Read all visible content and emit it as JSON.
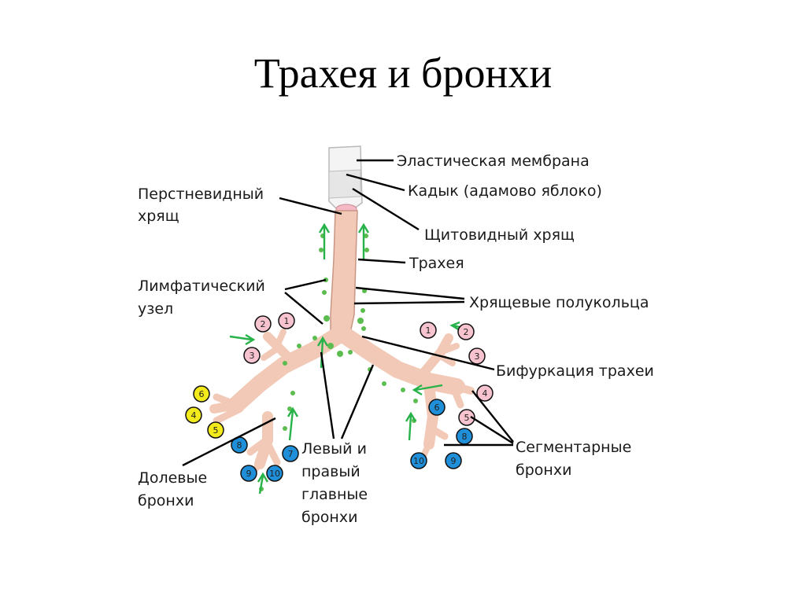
{
  "slide": {
    "title": "Трахея и бронхи"
  },
  "labels": {
    "elastic_membrane": "Эластическая мембрана",
    "adams_apple": "Кадык (адамово яблоко)",
    "cricoid_line1": "Перстневидный",
    "cricoid_line2": "хрящ",
    "thyroid": "Щитовидный хрящ",
    "trachea": "Трахея",
    "lymph_line1": "Лимфатический",
    "lymph_line2": "узел",
    "half_rings": "Хрящевые полукольца",
    "bifurcation": "Бифуркация трахеи",
    "segmental_line1": "Сегментарные",
    "segmental_line2": "бронхи",
    "lobar_line1": "Долевые",
    "lobar_line2": "бронхи",
    "main_line1": "Левый и",
    "main_line2": "правый",
    "main_line3": "главные",
    "main_line4": "бронхи"
  },
  "segments": {
    "left_pink": [
      "2",
      "1",
      "3"
    ],
    "right_pink": [
      "1",
      "2",
      "3",
      "4",
      "5"
    ],
    "left_yellow": [
      "6",
      "4",
      "5"
    ],
    "left_blue": [
      "8",
      "7",
      "9",
      "10"
    ],
    "right_blue": [
      "6",
      "8",
      "10",
      "9"
    ]
  },
  "colors": {
    "pink": "#f6c3cf",
    "yellow": "#f3ea1b",
    "blue": "#1e8fd8",
    "tube": "#f1c9b6",
    "lymph": "#5bbd4f",
    "arrow": "#27b34a"
  }
}
